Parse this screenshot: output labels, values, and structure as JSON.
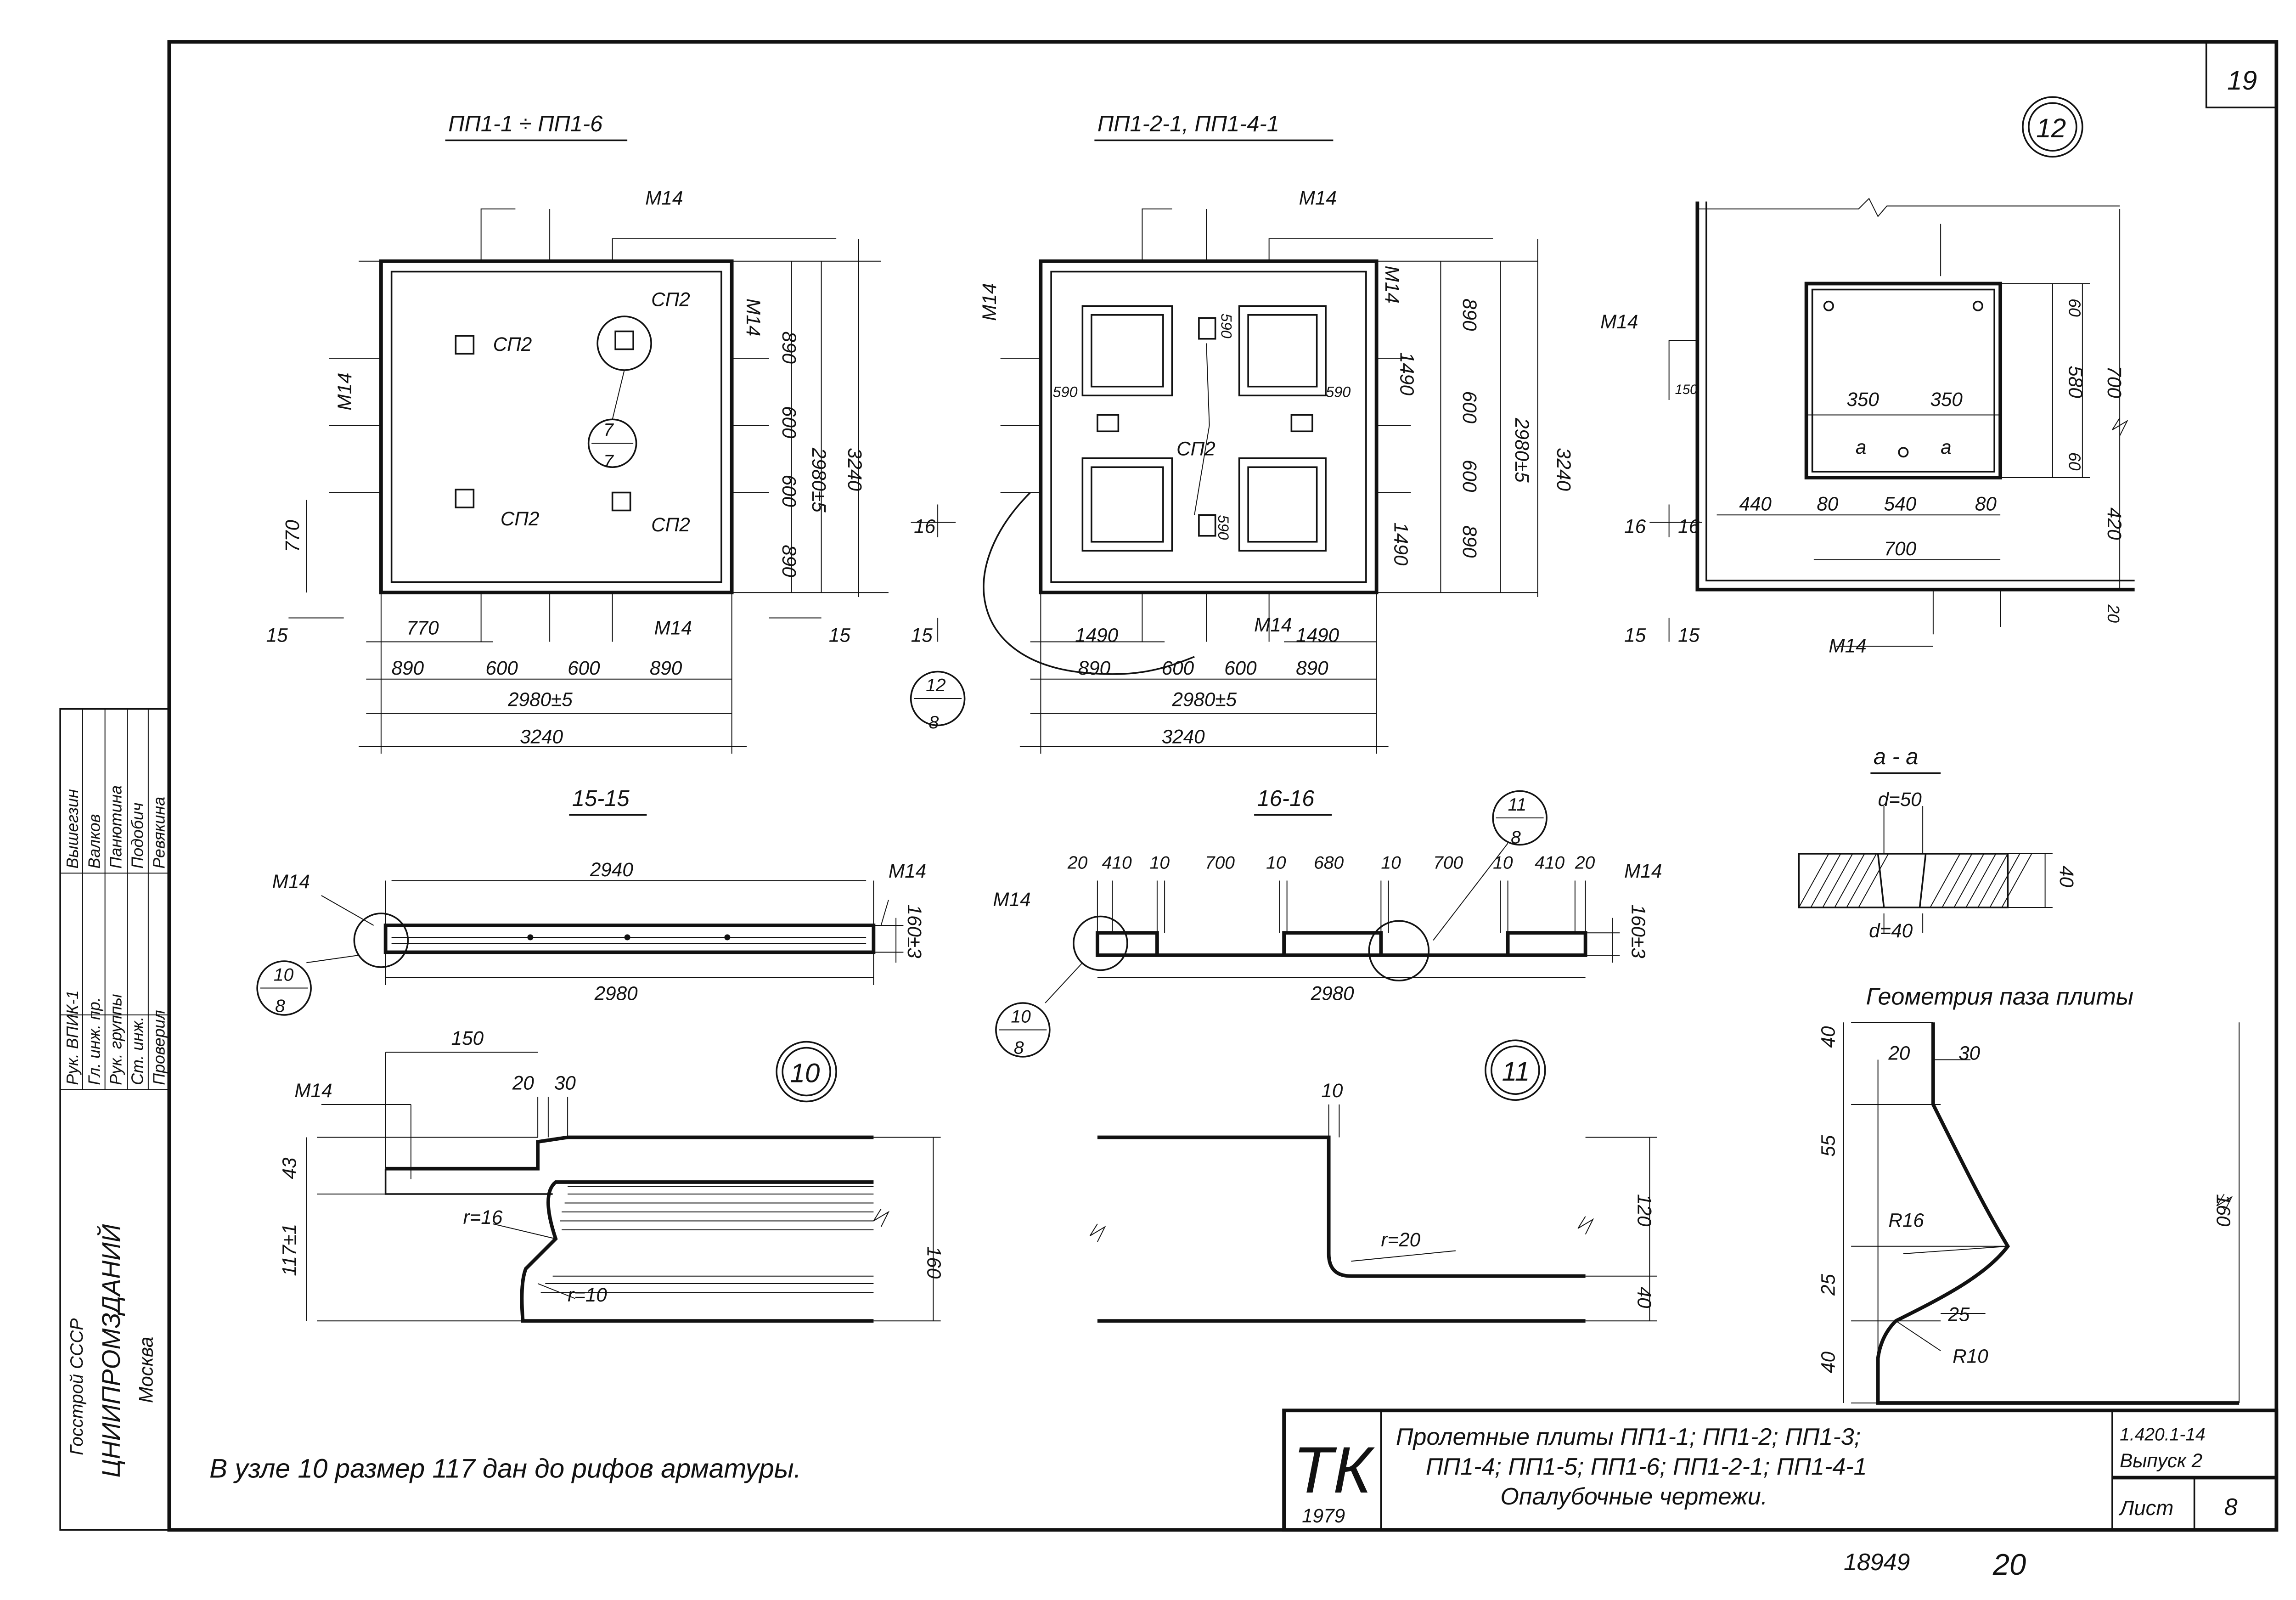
{
  "sheet_corner_number": "19",
  "views": {
    "plan1_title": "ПП1-1 ÷ ПП1-6",
    "plan2_title": "ПП1-2-1, ПП1-4-1",
    "detail12_mark": "12",
    "section15_title": "15-15",
    "section16_title": "16-16",
    "section_aa_title": "а - а",
    "groove_title": "Геометрия паза плиты",
    "detail10_mark": "10",
    "detail11_mark": "11"
  },
  "plan1": {
    "labels": [
      "М14",
      "М14",
      "М14",
      "М14",
      "СП2",
      "СП2",
      "СП2",
      "СП2",
      "7",
      "7",
      "15",
      "15",
      "770"
    ],
    "dims_right": [
      "890",
      "600",
      "600",
      "890",
      "2980±5",
      "3240"
    ],
    "dims_bottom": [
      "770",
      "890",
      "600",
      "600",
      "890",
      "2980±5",
      "3240"
    ]
  },
  "plan2": {
    "labels": [
      "М14",
      "М14",
      "М14",
      "М14",
      "СП2",
      "590",
      "590",
      "590",
      "590",
      "16",
      "16",
      "15",
      "15",
      "12",
      "8"
    ],
    "dims_right": [
      "1490",
      "890",
      "600",
      "600",
      "890",
      "1490",
      "2980±5",
      "3240"
    ],
    "dims_bottom": [
      "1490",
      "1490",
      "890",
      "600",
      "600",
      "890",
      "2980±5",
      "3240"
    ]
  },
  "detail12": {
    "labels": [
      "М14",
      "150",
      "16",
      "М14",
      "а",
      "а",
      "350",
      "350",
      "60",
      "580",
      "60",
      "700",
      "440",
      "80",
      "540",
      "80",
      "700",
      "420",
      "20",
      "15"
    ]
  },
  "section_aa": {
    "labels": [
      "d=50",
      "d=40",
      "40"
    ]
  },
  "groove": {
    "labels": [
      "20",
      "30",
      "40",
      "55",
      "25",
      "40",
      "R16",
      "25",
      "R10",
      "160"
    ]
  },
  "section15": {
    "labels": [
      "2940",
      "2980",
      "М14",
      "М14",
      "160±3",
      "10",
      "8"
    ]
  },
  "section16": {
    "top_dims": [
      "20",
      "410",
      "10",
      "700",
      "10",
      "680",
      "10",
      "700",
      "10",
      "410",
      "20"
    ],
    "labels": [
      "2980",
      "М14",
      "М14",
      "160±3",
      "11",
      "8",
      "10",
      "8"
    ]
  },
  "detail10": {
    "labels": [
      "М14",
      "150",
      "20",
      "30",
      "43",
      "117±1",
      "160",
      "r=16",
      "r=10"
    ]
  },
  "detail11": {
    "labels": [
      "10",
      "r=20",
      "120",
      "40"
    ]
  },
  "note": "В узле 10 размер 117 дан до рифов арматуры.",
  "stamp": {
    "org1": "Госстрой СССР",
    "org2": "ЦНИИПРОМЗДАНИЙ",
    "city": "Москва",
    "roles": [
      "Рук. ВПИК-1",
      "Гл. инж. пр.",
      "Рук. группы",
      "Ст. инж.",
      "Проверил"
    ],
    "names": [
      "Вышегзин",
      "Валков",
      "Панютина",
      "Подобич",
      "Ревякина"
    ]
  },
  "title_block": {
    "logo": "ТК",
    "year": "1979",
    "title_line1": "Пролетные плиты ПП1-1; ПП1-2; ПП1-3;",
    "title_line2": "ПП1-4; ПП1-5; ПП1-6; ПП1-2-1; ПП1-4-1",
    "title_line3": "Опалубочные чертежи.",
    "series": "1.420.1-14",
    "issue": "Выпуск 2",
    "sheet_label": "Лист",
    "sheet_number": "8"
  },
  "footer": {
    "archive_number": "18949",
    "page": "20"
  }
}
